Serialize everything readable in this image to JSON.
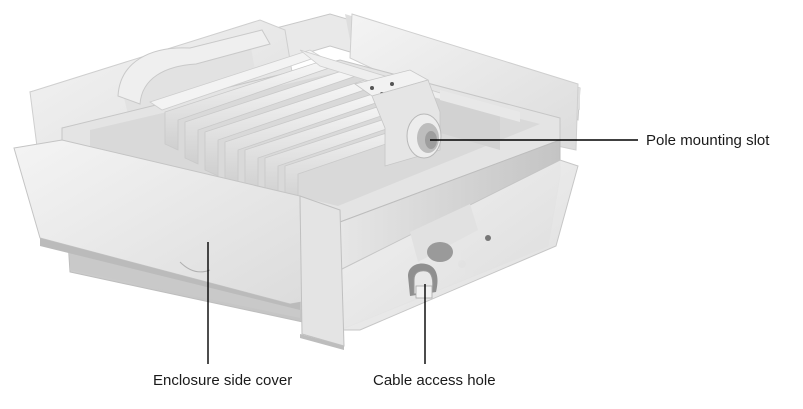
{
  "callouts": {
    "pole_mounting_slot": "Pole mounting slot",
    "enclosure_side_cover": "Enclosure side cover",
    "cable_access_hole": "Cable access hole"
  },
  "colors": {
    "body_light": "#ececec",
    "body_mid": "#d6d6d6",
    "body_dark": "#b9b9b9",
    "shadow": "#9a9a9a",
    "leader": "#000000"
  }
}
